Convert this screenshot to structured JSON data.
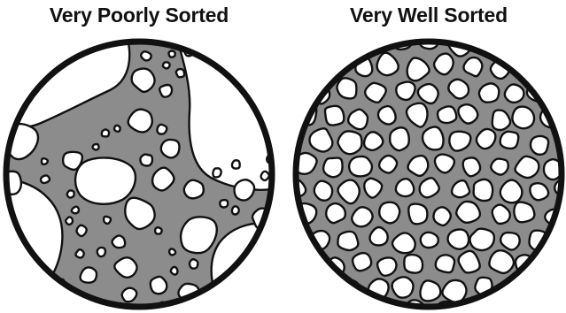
{
  "panels": [
    {
      "title": "Very Poorly Sorted",
      "sorting": "poor"
    },
    {
      "title": "Very Well Sorted",
      "sorting": "well"
    }
  ],
  "colors": {
    "matrix": "#8c8c8c",
    "grain_fill": "#ffffff",
    "outline": "#111111",
    "background": "#ffffff"
  }
}
